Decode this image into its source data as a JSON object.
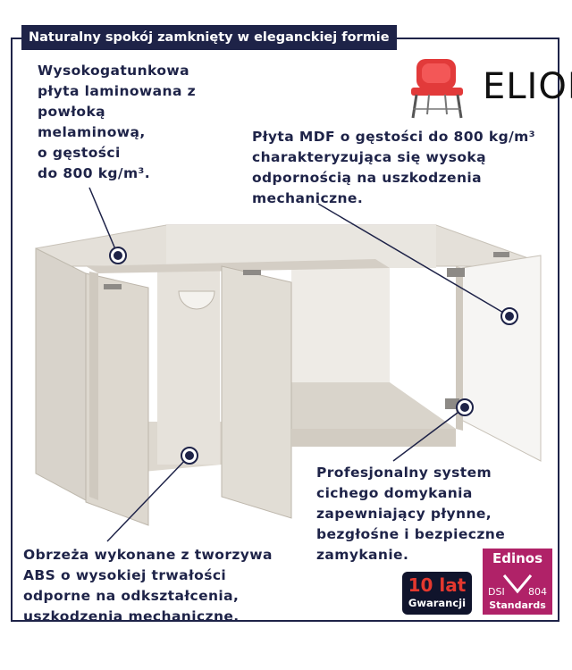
{
  "header": {
    "tagline": "Naturalny spokój zamknięty w eleganckiej formie"
  },
  "brand": {
    "name": "ELIOR",
    "logo_icon": "red-chair-icon"
  },
  "annotations": {
    "top_left": "Wysokogatunkowa\npłyta laminowana z\npowłoką\nmelaminową,\no gęstości\ndo 800 kg/m³.",
    "top_right": "Płyta MDF o gęstości do 800 kg/m³\ncharakteryzująca się wysoką\nodpornością na uszkodzenia\nmechaniczne.",
    "bottom_right": "Profesjonalny system\ncichego domykania\nzapewniający płynne,\nbezgłośne i bezpieczne\nzamykanie.",
    "bottom_left": "Obrzeża wykonane z tworzywa\nABS o wysokiej trwałości\nodporne na odkształcenia,\nuszkodzenia mechaniczne."
  },
  "badges": {
    "warranty": {
      "big": "10 lat",
      "small": "Gwarancji"
    },
    "edinos": {
      "name": "Edinos",
      "dsi": "DSI",
      "code": "804",
      "standards": "Standards"
    }
  },
  "colors": {
    "navy": "#1e2348",
    "cabinet": "#dcd7cf",
    "accent_red": "#e4382e",
    "edinos": "#b02268"
  }
}
